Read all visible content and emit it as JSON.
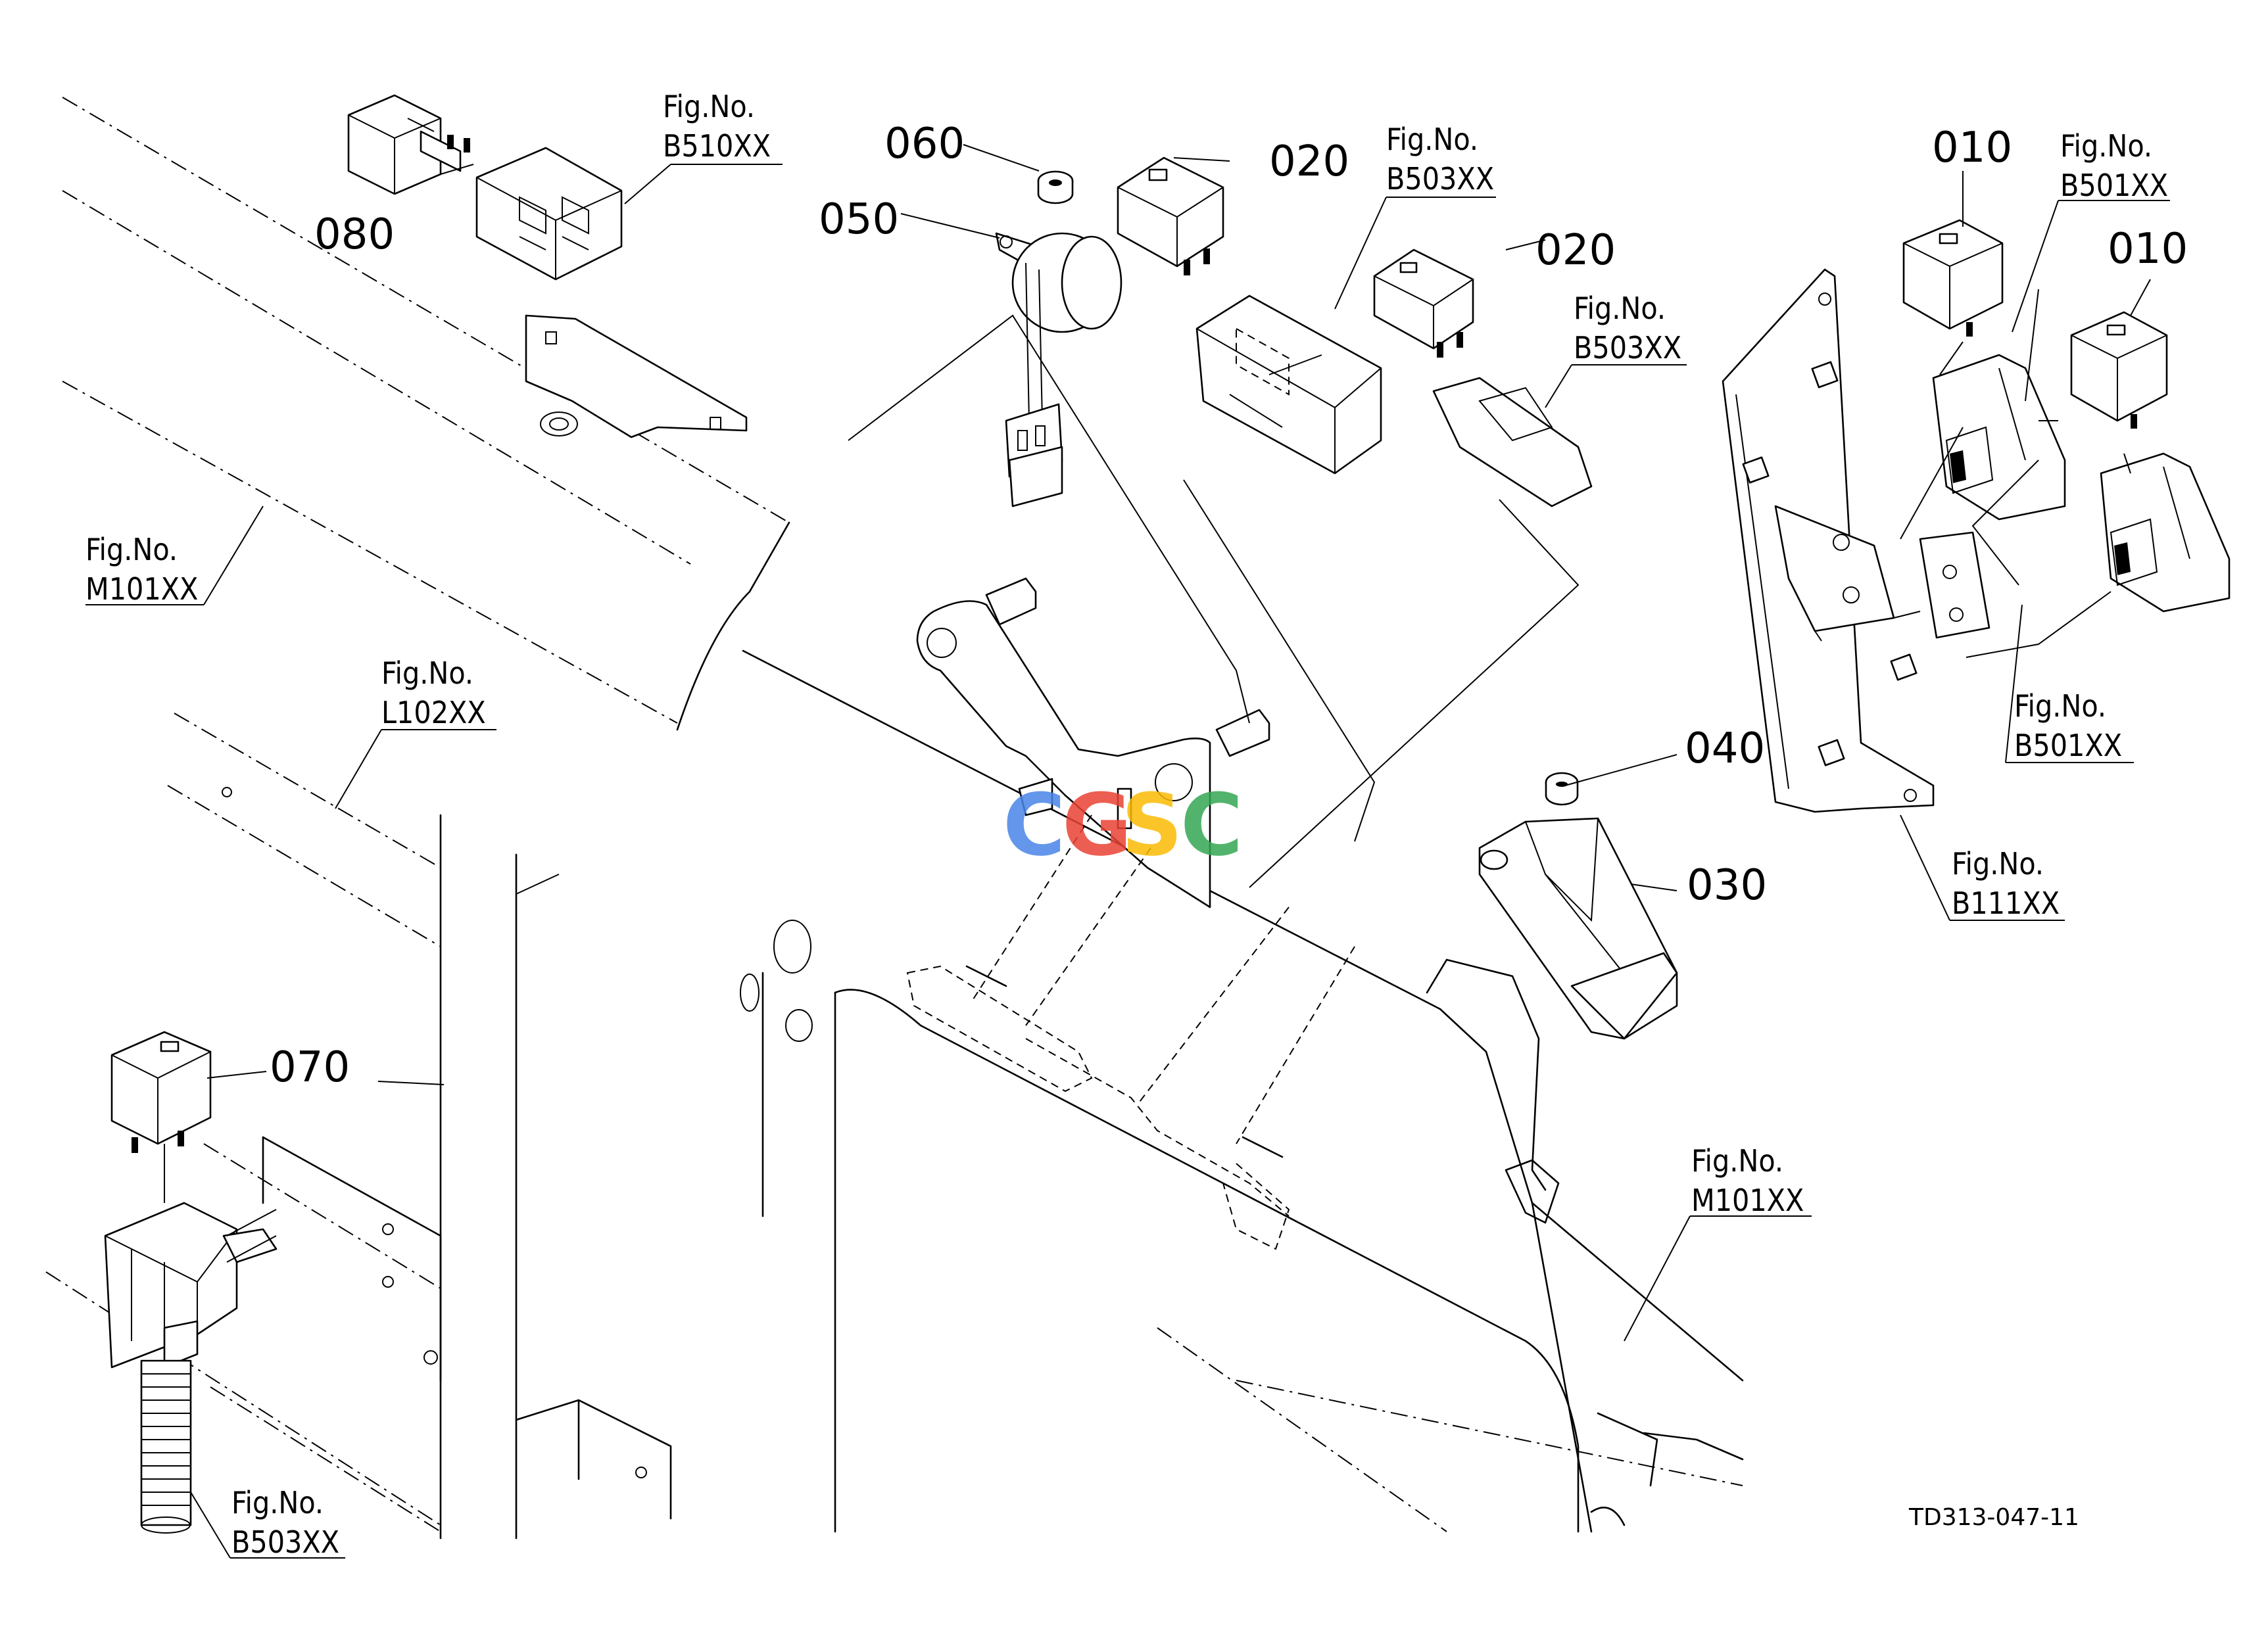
{
  "callouts": {
    "p010a": "010",
    "p010b": "010",
    "p020a": "020",
    "p020b": "020",
    "p030": "030",
    "p040": "040",
    "p050": "050",
    "p060": "060",
    "p070": "070",
    "p080": "080"
  },
  "figrefs": {
    "fig_caption": "Fig.No.",
    "b510": "B510XX",
    "b503_top": "B503XX",
    "b503_mid": "B503XX",
    "b501_top": "B501XX",
    "b501_bot": "B501XX",
    "m101_left": "M101XX",
    "m101_right": "M101XX",
    "l102": "L102XX",
    "b111": "B111XX",
    "b503_bottom": "B503XX"
  },
  "watermark": {
    "letters": [
      "C",
      "G",
      "S",
      "C"
    ],
    "colors": [
      "#4a86e8",
      "#ea4335",
      "#fbbc04",
      "#34a853"
    ]
  },
  "drawing_ref": "TD313-047-11"
}
